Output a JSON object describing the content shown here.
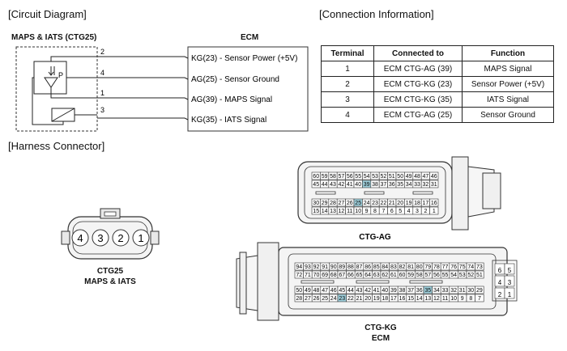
{
  "headings": {
    "circuit": "[Circuit Diagram]",
    "connection": "[Connection Information]",
    "harness": "[Harness Connector]"
  },
  "circuit": {
    "sensor_label": "MAPS & IATS (CTG25)",
    "ecm_label": "ECM",
    "sensor_pin_p": "P",
    "pins": [
      "2",
      "4",
      "1",
      "3"
    ],
    "signals": [
      "KG(23) - Sensor Power (+5V)",
      "AG(25) - Sensor Ground",
      "AG(39) - MAPS Signal",
      "KG(35) - IATS Signal"
    ]
  },
  "table": {
    "headers": [
      "Terminal",
      "Connected to",
      "Function"
    ],
    "rows": [
      [
        "1",
        "ECM CTG-AG (39)",
        "MAPS Signal"
      ],
      [
        "2",
        "ECM CTG-KG (23)",
        "Sensor Power (+5V)"
      ],
      [
        "3",
        "ECM CTG-KG (35)",
        "IATS Signal"
      ],
      [
        "4",
        "ECM CTG-AG (25)",
        "Sensor Ground"
      ]
    ]
  },
  "connectors": {
    "ctg25": {
      "pins": [
        "4",
        "3",
        "2",
        "1"
      ],
      "label_line1": "CTG25",
      "label_line2": "MAPS & IATS"
    },
    "ag": {
      "label": "CTG-AG",
      "rows": [
        [
          "60",
          "59",
          "58",
          "57",
          "56",
          "55",
          "54",
          "53",
          "52",
          "51",
          "50",
          "49",
          "48",
          "47",
          "46"
        ],
        [
          "45",
          "44",
          "43",
          "42",
          "41",
          "40",
          "39",
          "38",
          "37",
          "36",
          "35",
          "34",
          "33",
          "32",
          "31"
        ],
        [
          "30",
          "29",
          "28",
          "27",
          "26",
          "25",
          "24",
          "23",
          "22",
          "21",
          "20",
          "19",
          "18",
          "17",
          "16"
        ],
        [
          "15",
          "14",
          "13",
          "12",
          "11",
          "10",
          "9",
          "8",
          "7",
          "6",
          "5",
          "4",
          "3",
          "2",
          "1"
        ]
      ],
      "highlight": [
        "39",
        "25"
      ],
      "highlight_color": "#9fd0dc"
    },
    "kg": {
      "label_line1": "CTG-KG",
      "label_line2": "ECM",
      "rows": [
        [
          "94",
          "93",
          "92",
          "91",
          "90",
          "89",
          "88",
          "87",
          "86",
          "85",
          "84",
          "83",
          "82",
          "81",
          "80",
          "79",
          "78",
          "77",
          "76",
          "75",
          "74",
          "73"
        ],
        [
          "72",
          "71",
          "70",
          "69",
          "68",
          "67",
          "66",
          "65",
          "64",
          "63",
          "62",
          "61",
          "60",
          "59",
          "58",
          "57",
          "56",
          "55",
          "54",
          "53",
          "52",
          "51"
        ],
        [
          "50",
          "49",
          "48",
          "47",
          "46",
          "45",
          "44",
          "43",
          "42",
          "41",
          "40",
          "39",
          "38",
          "37",
          "36",
          "35",
          "34",
          "33",
          "32",
          "31",
          "30",
          "29"
        ],
        [
          "28",
          "27",
          "26",
          "25",
          "24",
          "23",
          "22",
          "21",
          "20",
          "19",
          "18",
          "17",
          "16",
          "15",
          "14",
          "13",
          "12",
          "11",
          "10",
          "9",
          "8",
          "7"
        ]
      ],
      "side_rows": [
        [
          "6",
          "5"
        ],
        [
          "4",
          "3"
        ],
        [
          "2",
          "1"
        ]
      ],
      "highlight": [
        "23",
        "35"
      ],
      "highlight_color": "#9fd0dc"
    }
  }
}
